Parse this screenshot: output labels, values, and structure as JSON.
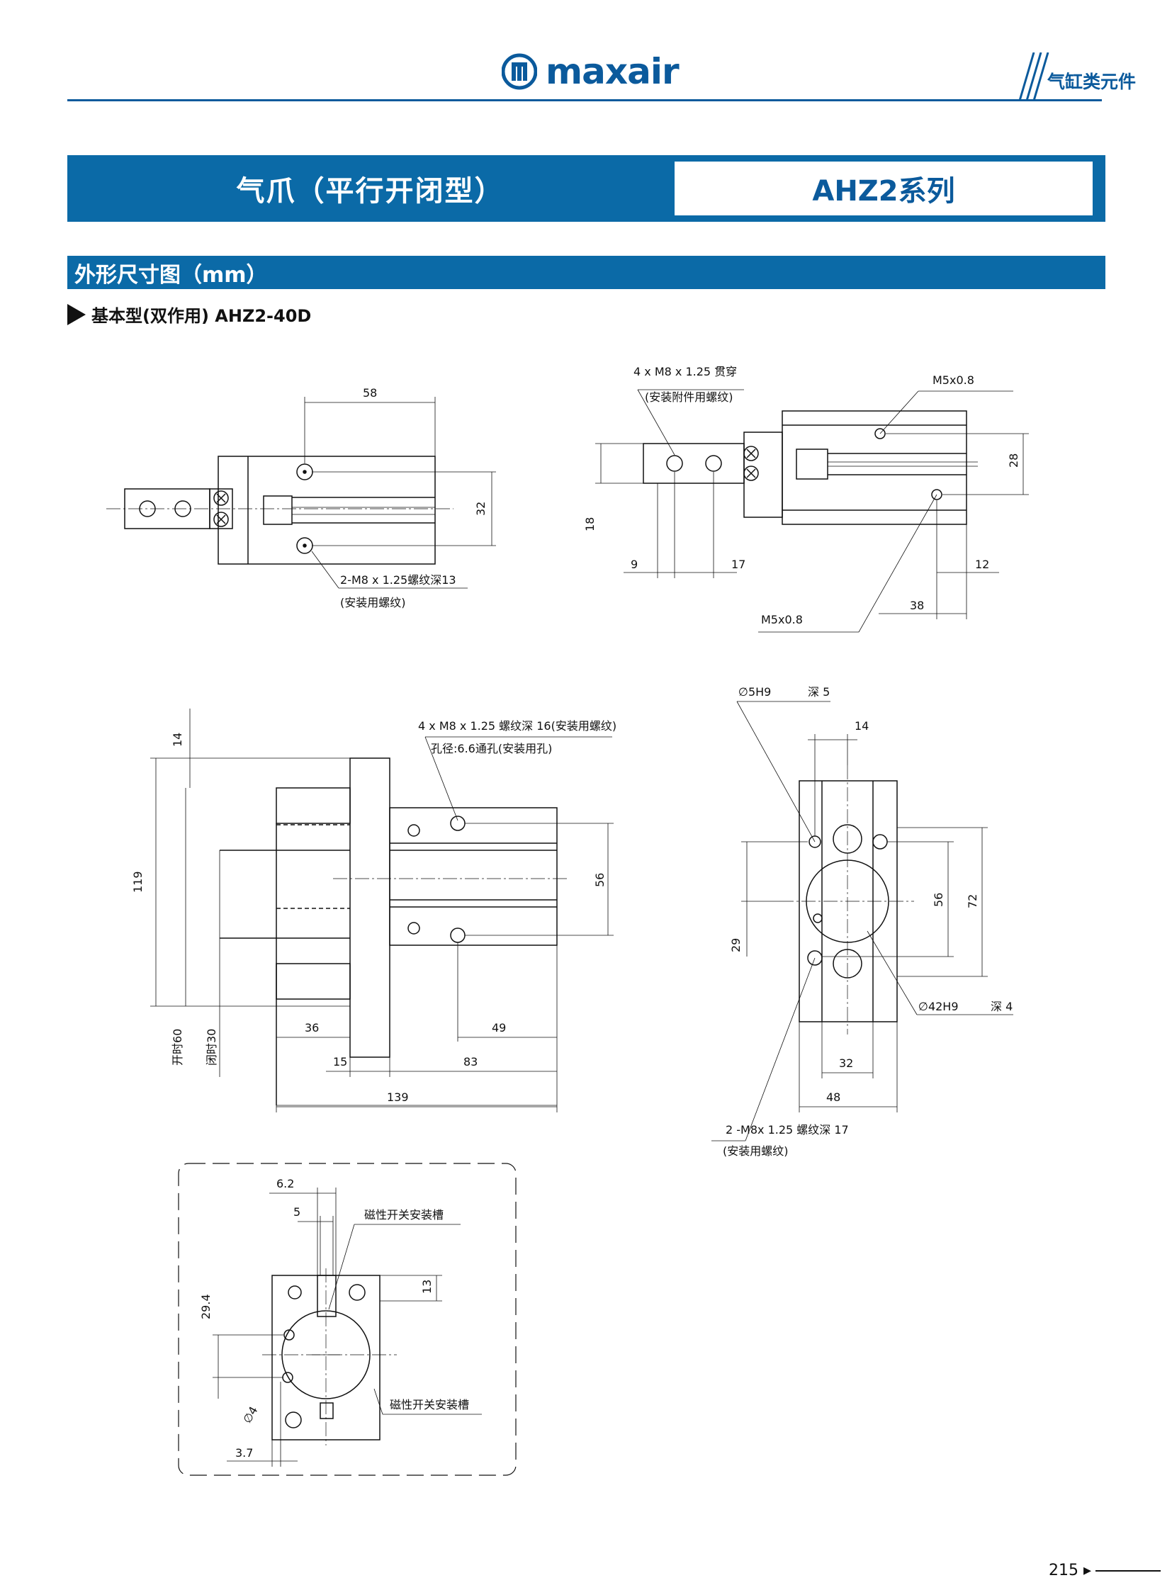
{
  "header": {
    "brand": "maxair",
    "section": "气缸类元件"
  },
  "title_band": {
    "product": "气爪（平行开闭型）",
    "series": "AHZ2系列"
  },
  "subsection": "外形尺寸图（mm）",
  "model": "基本型(双作用) AHZ2-40D",
  "views": {
    "top_view": {
      "dims": [
        "58",
        "32"
      ],
      "notes": [
        "2-M8 x 1.25螺纹深13",
        "(安装用螺纹)"
      ]
    },
    "side_view": {
      "dims": [
        "28",
        "9",
        "17",
        "12",
        "38"
      ],
      "tol_18": "18",
      "notes": [
        "4 x M8 x 1.25 贯穿",
        "(安装附件用螺纹)",
        "M5x0.8",
        "M5x0.8"
      ]
    },
    "front_view": {
      "dims": [
        "119",
        "56",
        "36",
        "49",
        "15",
        "83",
        "139"
      ],
      "tol_14": "14",
      "open_label": "开时60",
      "closed_label": "闭时30",
      "notes": [
        "4 x M8 x 1.25 螺纹深 16(安装用螺纹)",
        "孔径:6.6通孔(安装用孔)"
      ]
    },
    "end_view": {
      "dims": [
        "56",
        "72",
        "32"
      ],
      "d14": "14",
      "d29": "29",
      "d48": "48",
      "notes": [
        "∅5H9",
        "深 5",
        "∅42H9",
        "深 4",
        "2 -M8x 1.25 螺纹深 17",
        "(安装用螺纹)"
      ]
    },
    "detail_view": {
      "dims": [
        "6.2",
        "5",
        "29.4",
        "13",
        "∅4",
        "3.7"
      ],
      "notes": [
        "磁性开关安装槽",
        "磁性开关安装槽"
      ]
    }
  },
  "footer": {
    "page": "215 ▸"
  }
}
